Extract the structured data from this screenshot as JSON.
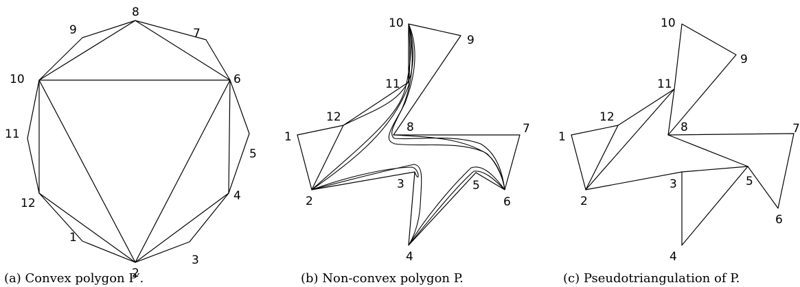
{
  "panels": [
    {
      "id": "a",
      "caption": "(a) Convex polygon P′.",
      "vertices": [
        "1",
        "2",
        "3",
        "4",
        "5",
        "6",
        "7",
        "8",
        "9",
        "10",
        "11",
        "12"
      ]
    },
    {
      "id": "b",
      "caption": "(b) Non-convex polygon P.",
      "vertices": [
        "1",
        "2",
        "3",
        "4",
        "5",
        "6",
        "7",
        "8",
        "9",
        "10",
        "11",
        "12"
      ]
    },
    {
      "id": "c",
      "caption": "(c) Pseudotriangulation of P.",
      "vertices": [
        "1",
        "2",
        "3",
        "4",
        "5",
        "6",
        "7",
        "8",
        "9",
        "10",
        "11",
        "12"
      ]
    }
  ]
}
